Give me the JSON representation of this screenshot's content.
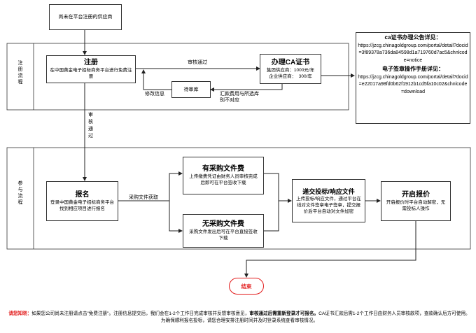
{
  "start_box": "尚未在平台注册的供应商",
  "lanes": {
    "register": "注\n册\n流\n程",
    "participate": "参\n与\n流\n程"
  },
  "register_box": {
    "title": "注册",
    "desc": "在中国黄金电子招标商务平台进行免费注册"
  },
  "ca_box": {
    "title": "办理CA证书",
    "line1": "集团供应商：1000元/年",
    "line2": "企业供应商：  300/年"
  },
  "pending_box": "待审库",
  "labels": {
    "approved_top": "审核通过",
    "modify_info": "修改信息",
    "fee_mismatch": "汇款费用与所选库别不对应",
    "approved_vertical": "审\n核\n通\n过",
    "get_docs": "采购文件获取"
  },
  "info_box": {
    "ca_title": "ca证书办理公告详见：",
    "ca_url": "https://jzcg.chinagoldgroup.com/portal/detail?docid=3f89378a736da84598d1a719760d7ac5&chnlcode=notice",
    "sign_title": "电子签章操作手册详见：",
    "sign_url": "https://jzcg.chinagoldgroup.com/portal/detail?docid=e22017a98fd0b62f1912b1cd5fa10c02&chnlcode=download"
  },
  "signup_box": {
    "title": "报名",
    "desc": "登录中国黄金电子招标商务平台找到相应项目进行报名"
  },
  "paid_box": {
    "title": "有采购文件费",
    "desc": "上传缴费凭证由财务人员审核完成后即可在平台签收下载"
  },
  "free_box": {
    "title": "无采购文件费",
    "desc": "采购文件发出后可在平台直接签收下载"
  },
  "submit_box": {
    "title": "递交投标/响应文件",
    "desc": "上传投标/响应文件，通过平台在线对文件签章电子签章，提交报价后平台自动对文件加密"
  },
  "open_box": {
    "title": "开启报价",
    "desc": "开启报价时平台自动解密，无需投标人操作"
  },
  "end_label": "结束",
  "footer": {
    "prefix": "请您知晓：",
    "part1": "如果您公司尚未注册请点击\"免费注册\"。注册信息提交后，我们会在1-2个工作日完成审核并反馈审核意见，",
    "bold": "审核通过后需重新登录才可报名。",
    "part2": "CA证书汇款后需1-2个工作日由财务人员审核款项，查款确认后方可使用。为确保顺利报名投标，请您合理安排注册时间并及时登录系统查看审核情况。"
  }
}
